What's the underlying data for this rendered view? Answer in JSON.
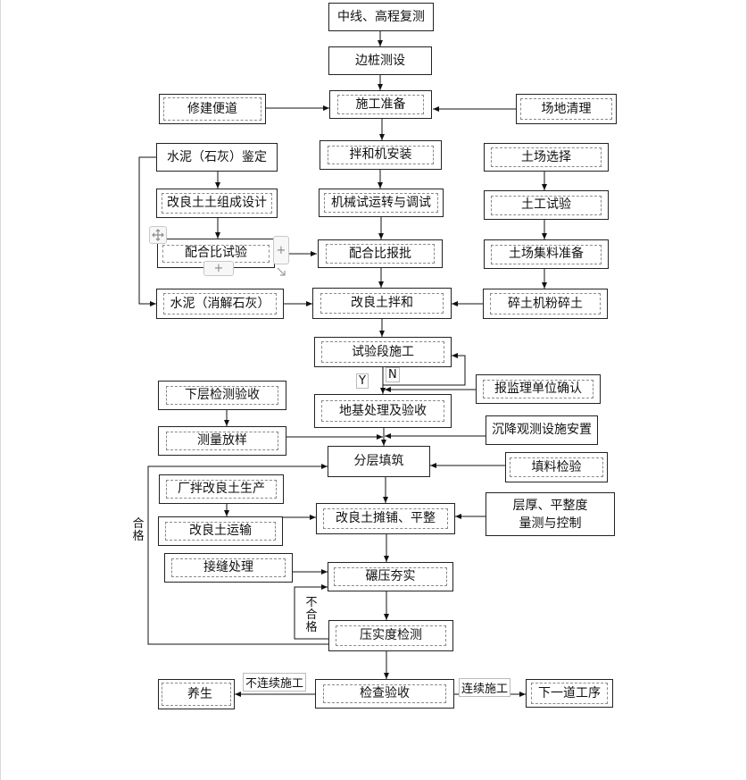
{
  "flowchart": {
    "nodes": {
      "centerline_survey": "中线、高程复测",
      "edge_stake": "边桩测设",
      "construction_prep": "施工准备",
      "access_road": "修建便道",
      "site_clearing": "场地清理",
      "cement_test": "水泥（石灰）鉴定",
      "mixer_install": "拌和机安装",
      "borrow_select": "土场选择",
      "mix_design": "改良土土组成设计",
      "machine_trial": "机械试运转与调试",
      "soil_test": "土工试验",
      "proportion_test": "配合比试验",
      "proportion_approval": "配合比报批",
      "borrow_material": "土场集料准备",
      "cement_lime": "水泥（消解石灰）",
      "soil_mixing": "改良土拌和",
      "crusher": "碎土机粉碎土",
      "trial_section": "试验段施工",
      "supervisor_confirm": "报监理单位确认",
      "lower_layer_check": "下层检测验收",
      "foundation_treatment": "地基处理及验收",
      "survey_layout": "测量放样",
      "settlement_setup": "沉降观测设施安置",
      "layered_fill": "分层填筑",
      "fill_check": "填料检验",
      "plant_production": "厂拌改良土生产",
      "spread_level": "改良土摊铺、平整",
      "thickness_control": "层厚、平整度量测与控制",
      "soil_transport": "改良土运输",
      "joint_treatment": "接缝处理",
      "roll_compact": "碾压夯实",
      "compaction_test": "压实度检测",
      "curing": "养生",
      "inspection": "检查验收",
      "next_process": "下一道工序"
    },
    "labels": {
      "yes": "Y",
      "no": "N",
      "pass": "合格",
      "fail": "不合格",
      "discontinuous": "不连续施工",
      "continuous": "连续施工"
    }
  },
  "handles": {
    "plus": "+",
    "move_icon": "move-icon",
    "resize_icon": "resize-icon"
  }
}
